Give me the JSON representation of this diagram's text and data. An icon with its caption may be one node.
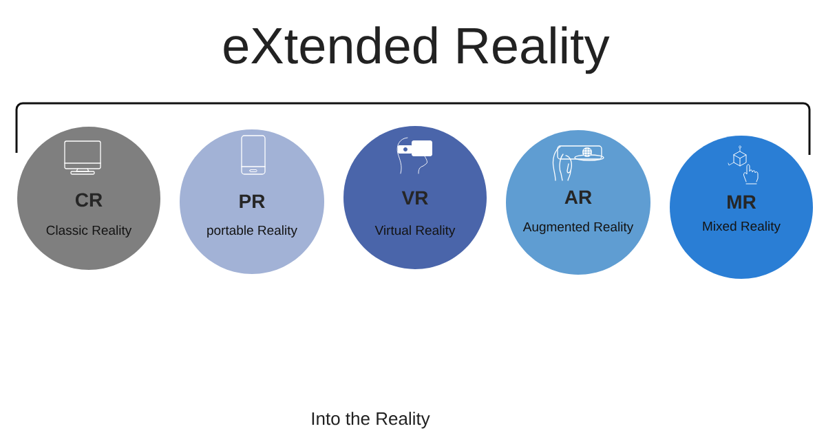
{
  "diagram": {
    "title": "eXtended Reality",
    "nodes": [
      {
        "text": [
          "CR",
          "Classic Reality"
        ]
      },
      {
        "text": [
          "PR",
          "portable Reality"
        ]
      },
      {
        "text": [
          "VR",
          "Virtual Reality"
        ]
      },
      {
        "text": [
          "AR",
          "Augmented Reality"
        ]
      },
      {
        "text": [
          "MR",
          "Mixed Reality"
        ]
      }
    ],
    "labels": [
      "Into the Reality"
    ]
  }
}
